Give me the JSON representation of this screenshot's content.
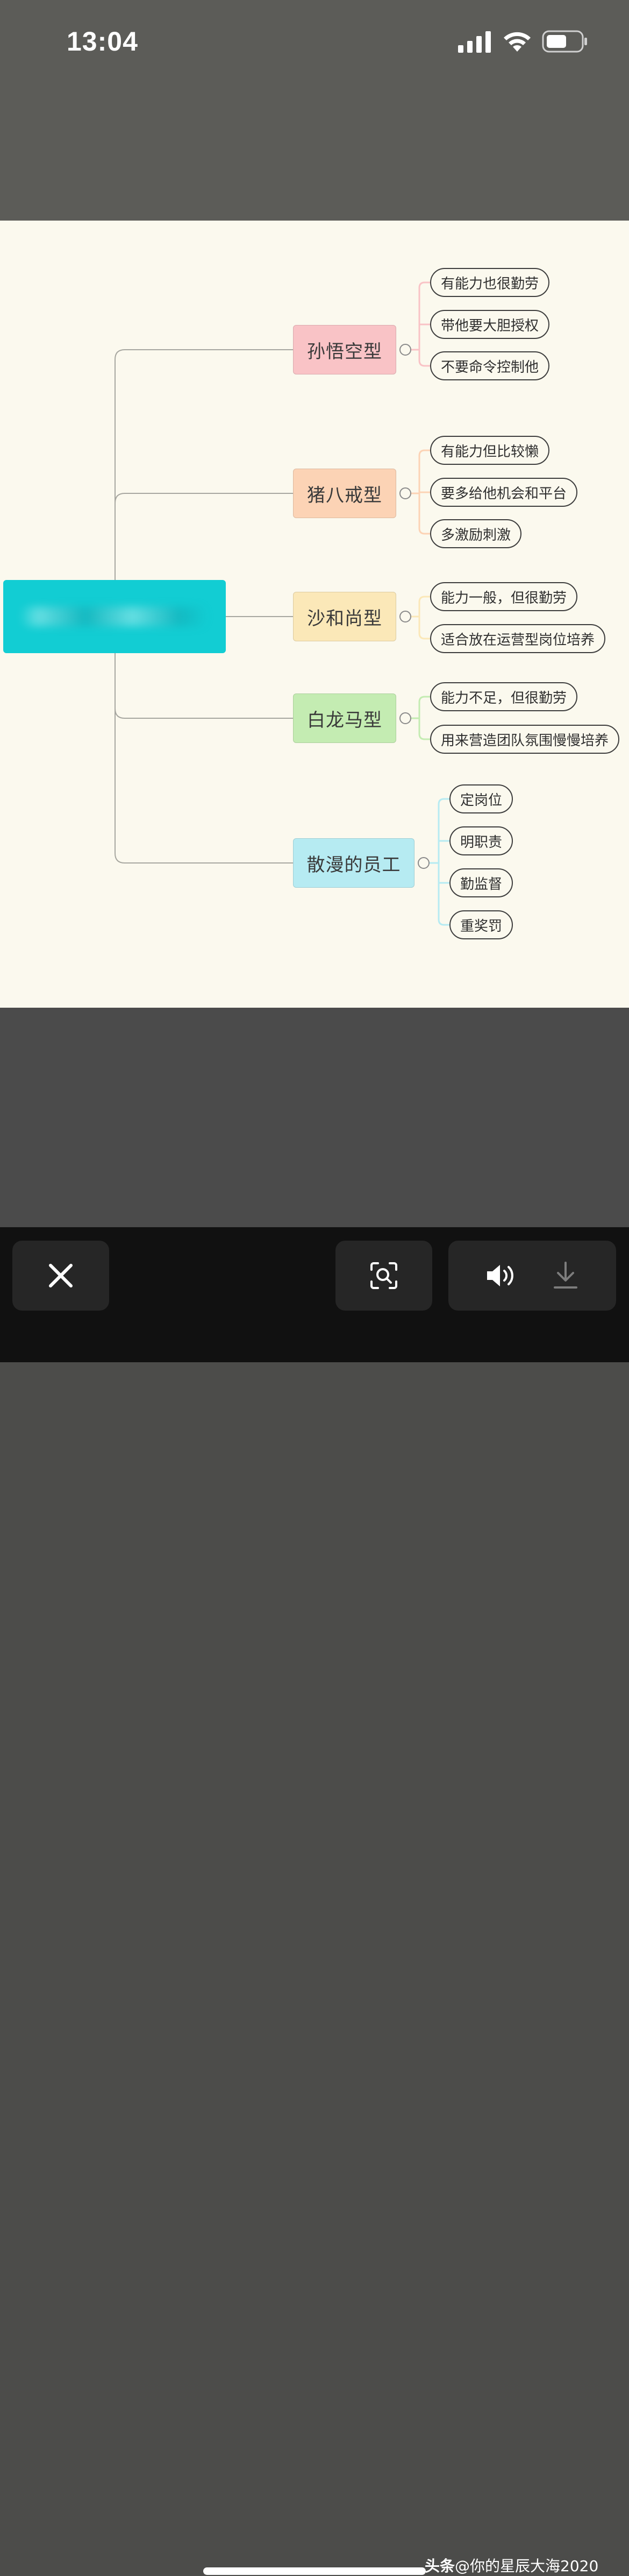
{
  "status_bar": {
    "time": "13:04"
  },
  "mindmap": {
    "categories": [
      {
        "label": "孙悟空型",
        "color": "#f9c3c6",
        "children": [
          "有能力也很勤劳",
          "带他要大胆授权",
          "不要命令控制他"
        ]
      },
      {
        "label": "猪八戒型",
        "color": "#fcd3b5",
        "children": [
          "有能力但比较懒",
          "要多给他机会和平台",
          "多激励刺激"
        ]
      },
      {
        "label": "沙和尚型",
        "color": "#fbe8b8",
        "children": [
          "能力一般，但很勤劳",
          "适合放在运营型岗位培养"
        ]
      },
      {
        "label": "白龙马型",
        "color": "#c4ecb2",
        "children": [
          "能力不足，但很勤劳",
          "用来营造团队氛围慢慢培养"
        ]
      },
      {
        "label": "散漫的员工",
        "color": "#b6ebf2",
        "children": [
          "定岗位",
          "明职责",
          "勤监督",
          "重奖罚"
        ]
      }
    ]
  },
  "toolbar": {
    "close_icon": "close-icon",
    "scan_icon": "scan-search-icon",
    "volume_icon": "speaker-icon",
    "download_icon": "download-icon"
  },
  "watermark": {
    "brand": "头条",
    "handle": "@你的星辰大海2020"
  },
  "colors": {
    "root": "#12cdd3",
    "panel": "#fbf9ee",
    "toolbar": "#111111"
  }
}
